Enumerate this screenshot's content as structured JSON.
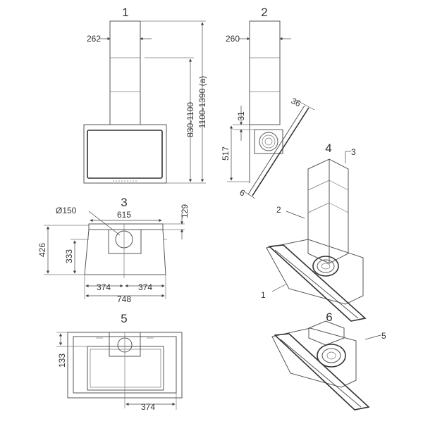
{
  "views": [
    {
      "number": "1",
      "dimensions": [
        "262",
        "830-1100",
        "1100-1390 (a)"
      ]
    },
    {
      "number": "2",
      "dimensions": [
        "260",
        "36",
        "31",
        "517",
        "6"
      ]
    },
    {
      "number": "3",
      "dimensions": [
        "Ø150",
        "615",
        "129",
        "426",
        "333",
        "374",
        "374",
        "748"
      ]
    },
    {
      "number": "4",
      "callouts": [
        "3",
        "2",
        "1"
      ]
    },
    {
      "number": "5",
      "dimensions": [
        "133",
        "374"
      ]
    },
    {
      "number": "6",
      "callouts": [
        "5"
      ]
    }
  ]
}
